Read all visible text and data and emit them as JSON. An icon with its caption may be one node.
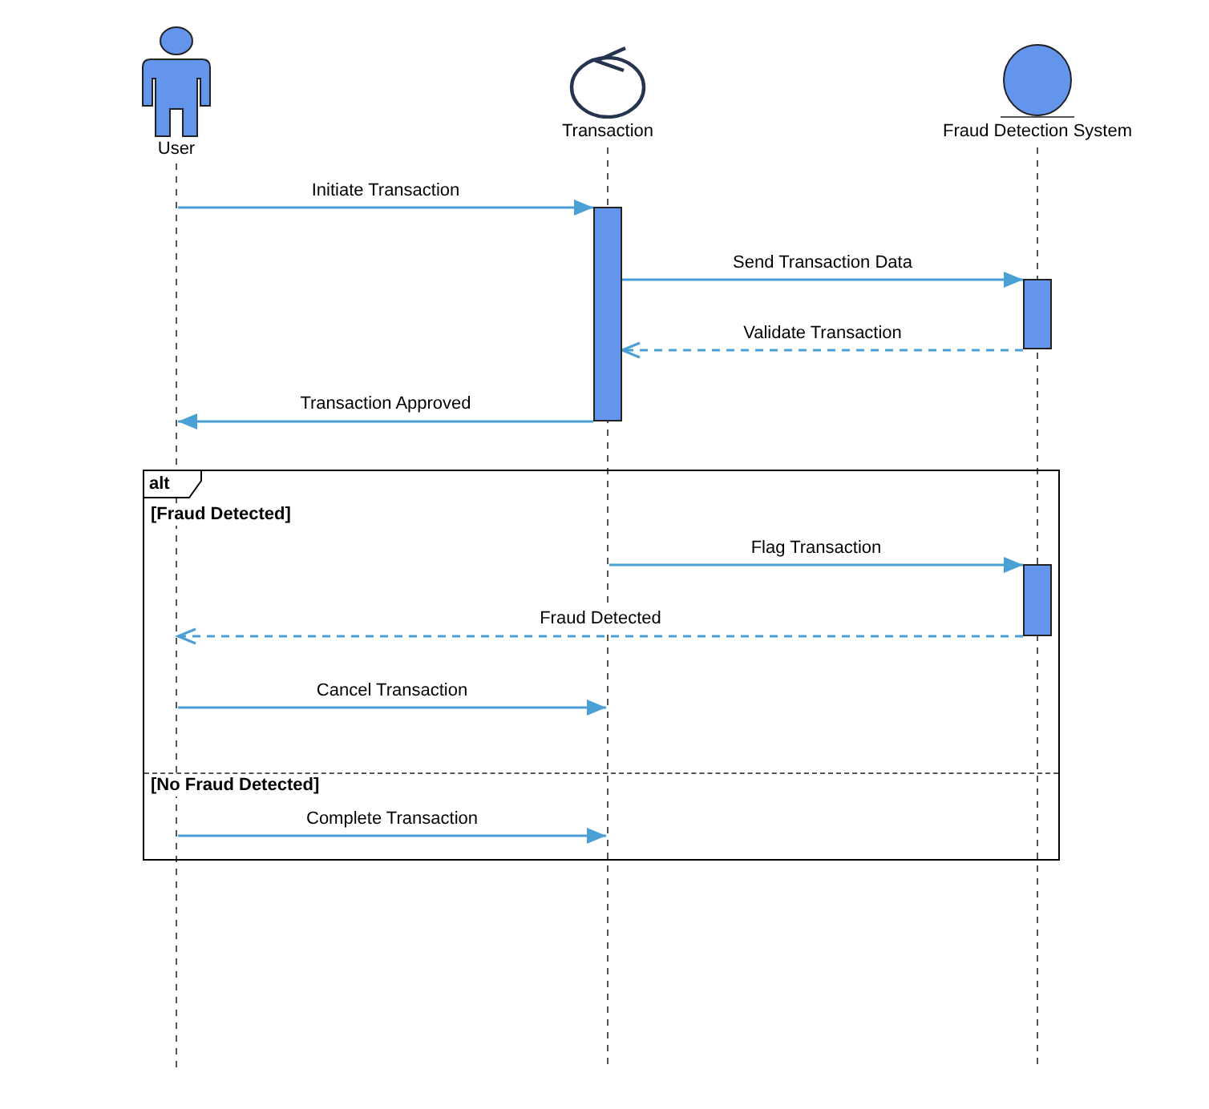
{
  "diagram": {
    "nodes": [
      {
        "text": [
          "User"
        ]
      },
      {
        "text": [
          "Transaction"
        ]
      },
      {
        "text": [
          "Fraud Detection System"
        ]
      },
      {
        "text": [],
        "shape": "line"
      },
      {
        "text": [],
        "shape": "line"
      },
      {
        "text": [],
        "shape": "line"
      },
      {
        "text": [],
        "shape": "bar"
      },
      {
        "text": [],
        "shape": "bar"
      },
      {
        "text": [
          "alt",
          "[Fraud Detected]",
          "[No Fraud Detected]"
        ]
      },
      {
        "text": [],
        "shape": "bar",
        "in": 8
      }
    ],
    "edges": [
      {
        "from": 3,
        "to": 6,
        "arrow": "to",
        "label": "Initiate Transaction"
      },
      {
        "from": 6,
        "to": 7,
        "arrow": "to",
        "label": "Send Transaction Data"
      },
      {
        "from": 7,
        "to": 6,
        "arrow": "to",
        "label": "Validate Transaction",
        "style": "dashed"
      },
      {
        "from": 6,
        "to": 3,
        "arrow": "to",
        "label": "Transaction Approved"
      },
      {
        "from": 4,
        "to": 9,
        "arrow": "to",
        "label": "Flag Transaction"
      },
      {
        "from": 9,
        "to": 3,
        "arrow": "to",
        "label": "Fraud Detected",
        "style": "dashed"
      },
      {
        "from": 3,
        "to": 4,
        "arrow": "to",
        "label": "Cancel Transaction"
      },
      {
        "from": 3,
        "to": 4,
        "arrow": "to",
        "label": "Complete Transaction"
      }
    ]
  }
}
